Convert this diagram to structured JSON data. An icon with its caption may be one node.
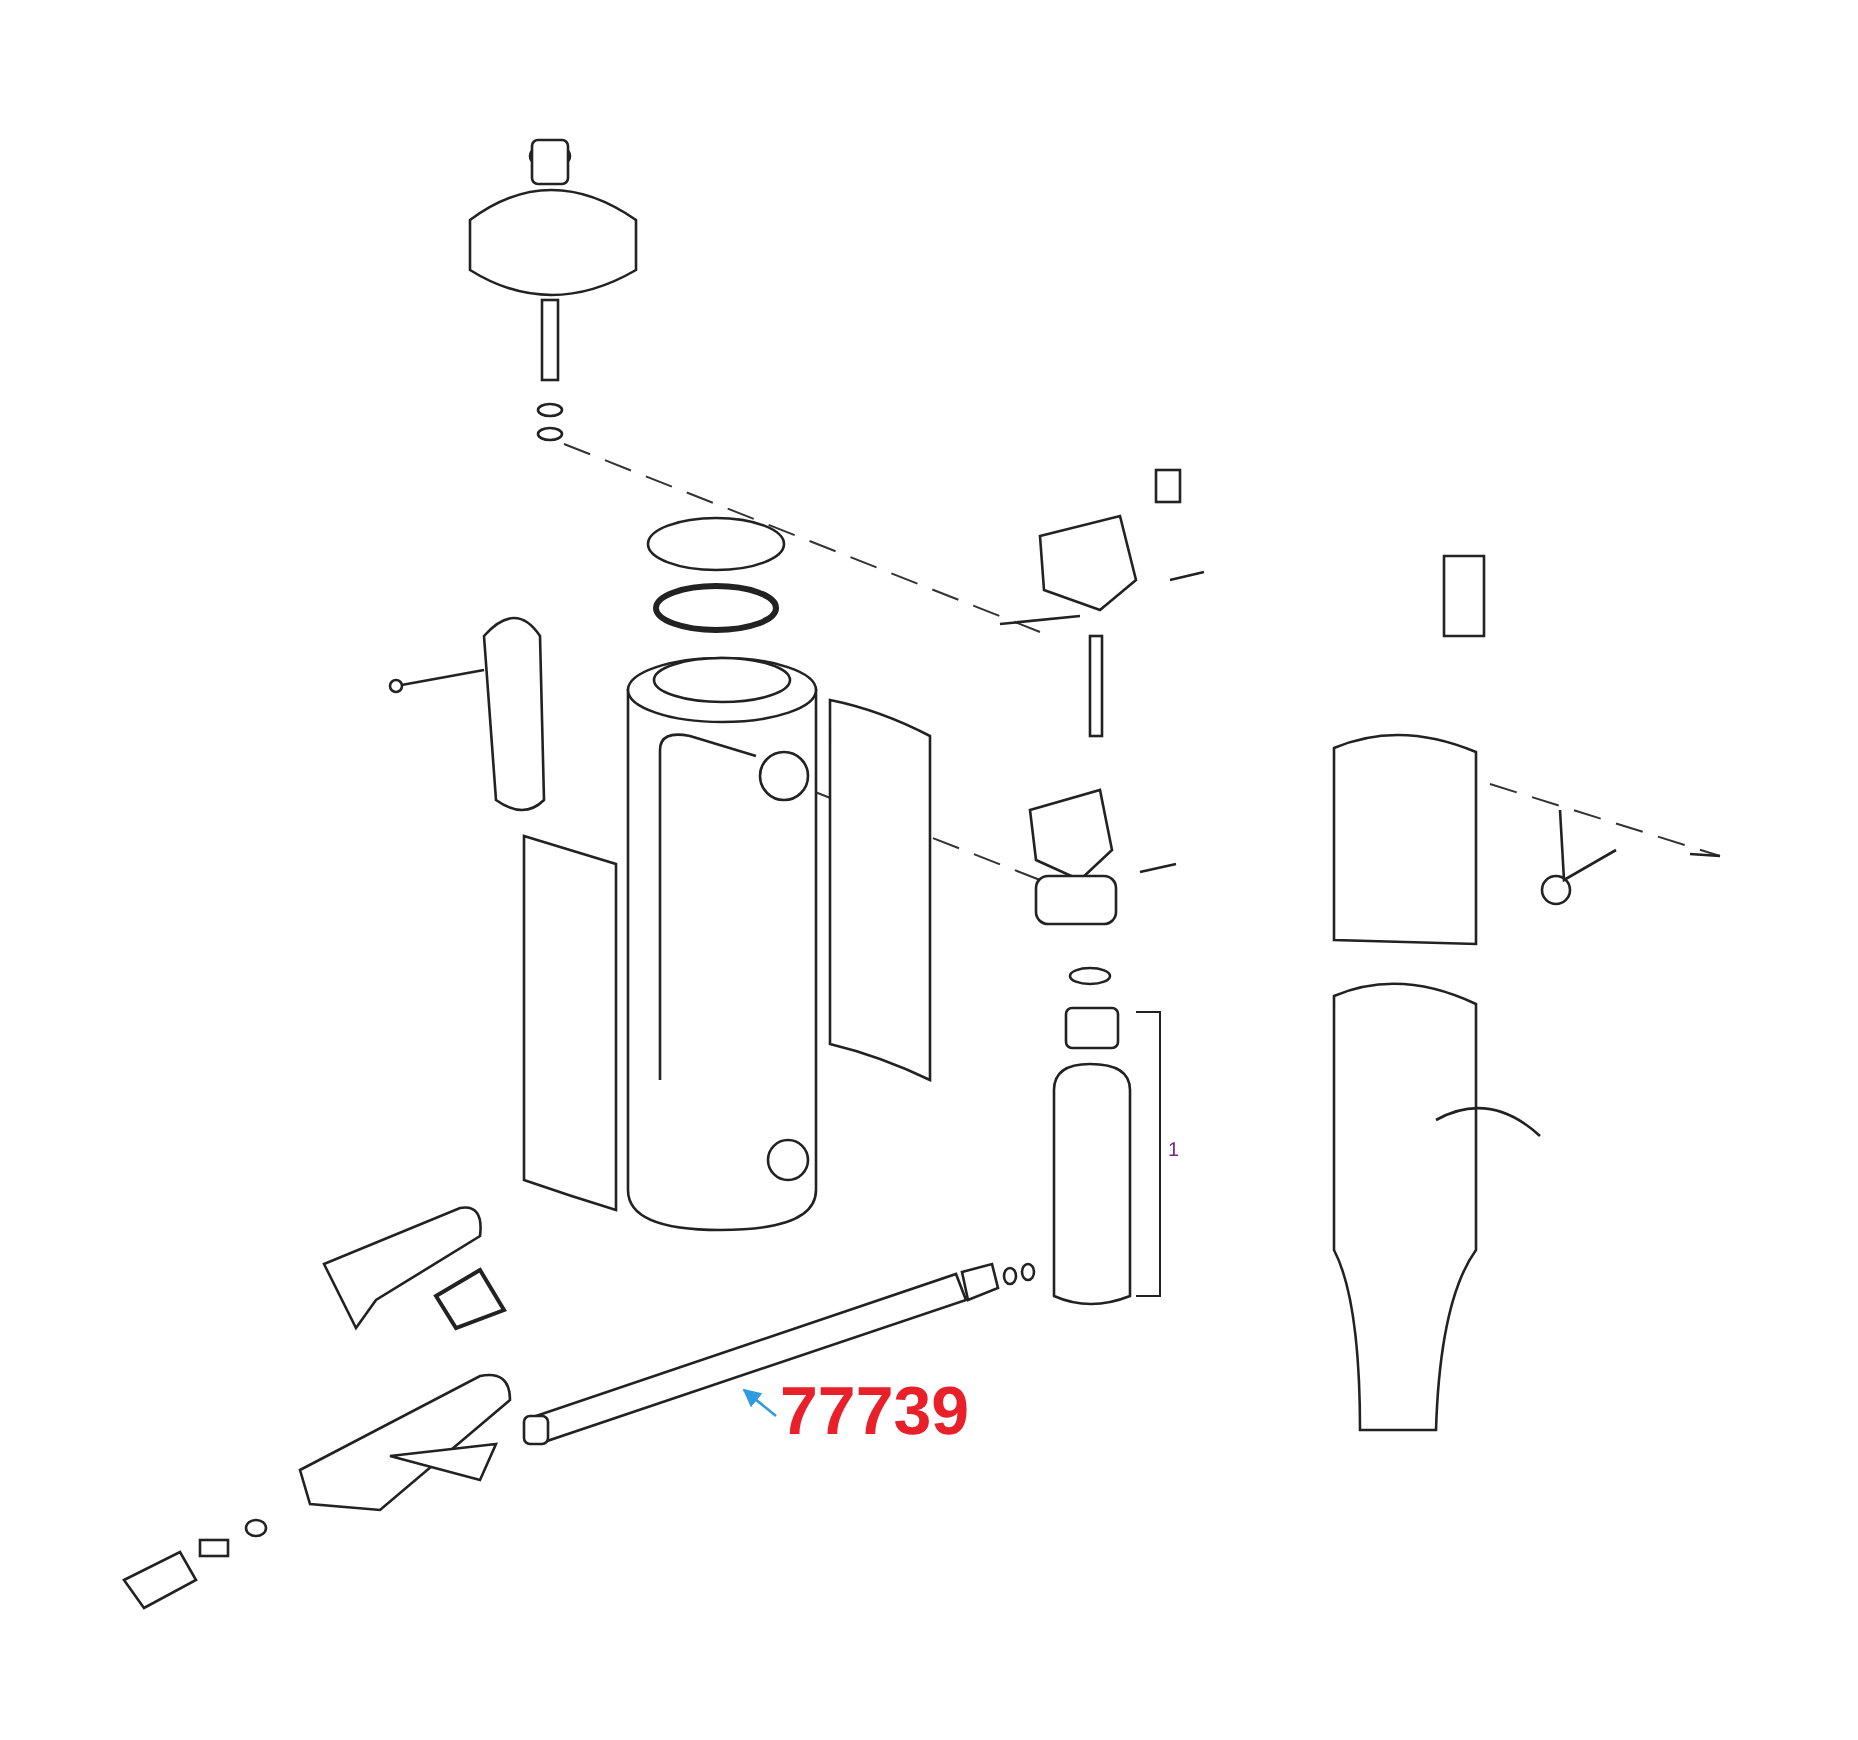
{
  "diagram": {
    "nodes": [
      {
        "text": [
          "77739"
        ]
      },
      {
        "text": [],
        "shape": "picture"
      }
    ],
    "edges": [
      {
        "from": 0,
        "to": 1,
        "arrow": "to",
        "color": "#2f9be0"
      }
    ],
    "labels": [
      "1"
    ]
  }
}
